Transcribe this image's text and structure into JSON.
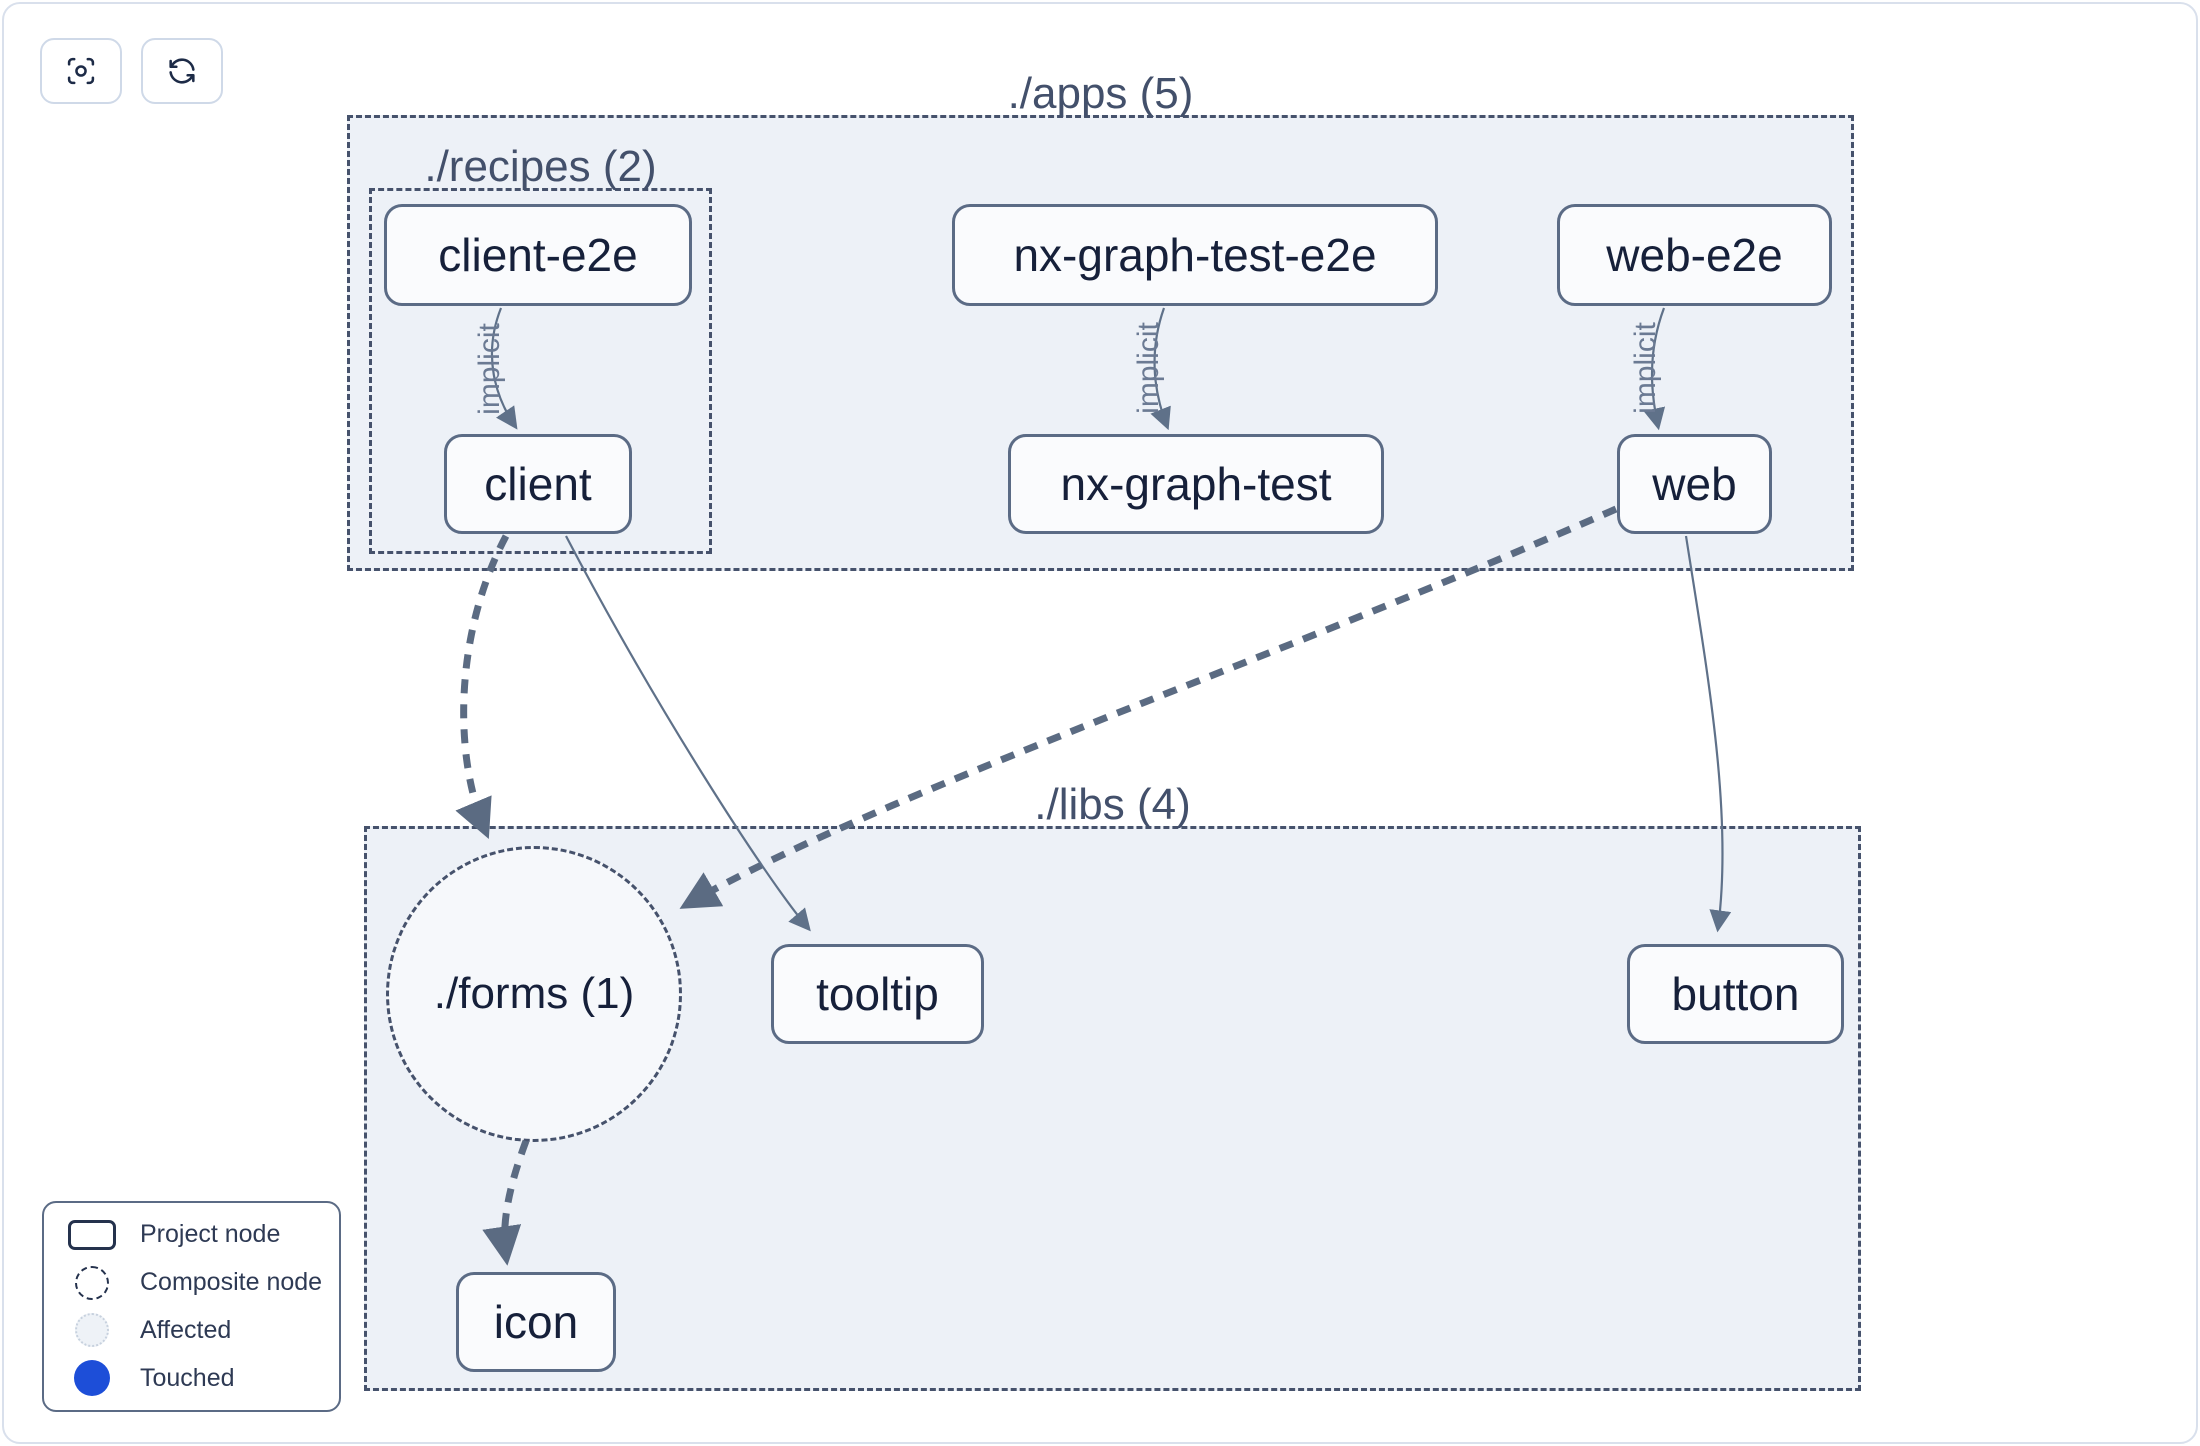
{
  "toolbar": {
    "buttons": [
      {
        "name": "focus",
        "icon": "focus-icon"
      },
      {
        "name": "refresh",
        "icon": "refresh-icon"
      }
    ]
  },
  "graph": {
    "containers": [
      {
        "id": "apps",
        "label": "./apps (5)"
      },
      {
        "id": "recipes",
        "label": "./recipes (2)"
      },
      {
        "id": "libs",
        "label": "./libs (4)"
      }
    ],
    "composite": {
      "id": "forms",
      "label": "./forms (1)"
    },
    "nodes": [
      {
        "id": "client-e2e",
        "label": "client-e2e"
      },
      {
        "id": "nx-graph-test-e2e",
        "label": "nx-graph-test-e2e"
      },
      {
        "id": "web-e2e",
        "label": "web-e2e"
      },
      {
        "id": "client",
        "label": "client"
      },
      {
        "id": "nx-graph-test",
        "label": "nx-graph-test"
      },
      {
        "id": "web",
        "label": "web"
      },
      {
        "id": "tooltip",
        "label": "tooltip"
      },
      {
        "id": "button",
        "label": "button"
      },
      {
        "id": "icon",
        "label": "icon"
      }
    ],
    "edges": [
      {
        "from": "client-e2e",
        "to": "client",
        "label": "implicit",
        "type": "implicit"
      },
      {
        "from": "nx-graph-test-e2e",
        "to": "nx-graph-test",
        "label": "implicit",
        "type": "implicit"
      },
      {
        "from": "web-e2e",
        "to": "web",
        "label": "implicit",
        "type": "implicit"
      },
      {
        "from": "client",
        "to": "./forms (1)",
        "type": "dashed-thick"
      },
      {
        "from": "client",
        "to": "tooltip",
        "type": "direct"
      },
      {
        "from": "web",
        "to": "./forms (1)",
        "type": "dashed-thick"
      },
      {
        "from": "web",
        "to": "button",
        "type": "direct"
      },
      {
        "from": "./forms (1)",
        "to": "icon",
        "type": "dashed-thick"
      }
    ]
  },
  "legend": {
    "items": [
      {
        "swatch": "project-node",
        "label": "Project node"
      },
      {
        "swatch": "composite-node",
        "label": "Composite node"
      },
      {
        "swatch": "affected",
        "label": "Affected"
      },
      {
        "swatch": "touched",
        "label": "Touched"
      }
    ]
  },
  "colors": {
    "touched_blue": "#1d4ed8",
    "affected_fill": "#eef2f7",
    "container_fill": "#edf1f7",
    "container_border": "#46526c",
    "node_fill": "#fafbfd",
    "node_border": "#5b6b85",
    "node_text": "#16203a",
    "container_label": "#43506b",
    "edge": "#5f7189"
  }
}
